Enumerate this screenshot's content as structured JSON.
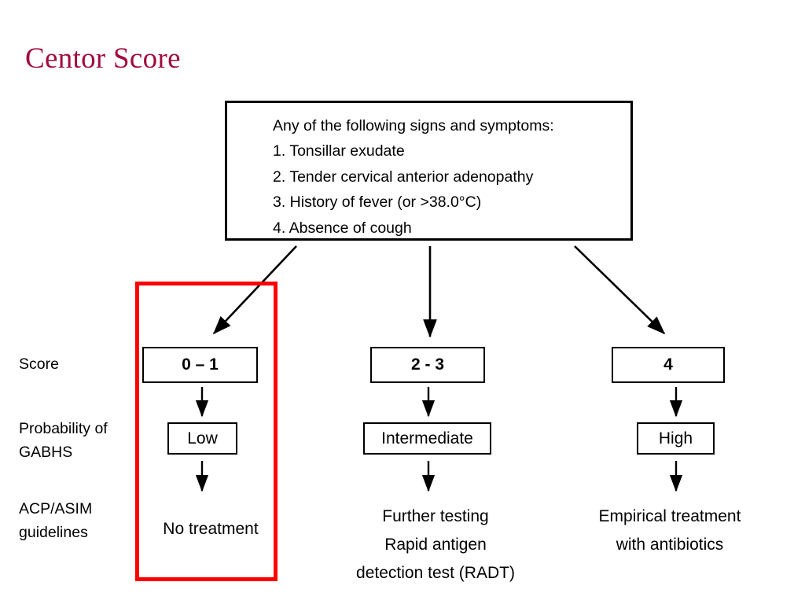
{
  "slide": {
    "title": "Centor Score",
    "title_color": "#A10B40",
    "background_color": "#FFFFFF"
  },
  "criteria_box": {
    "heading": "Any of the following signs and symptoms:",
    "items": [
      "1. Tonsillar exudate",
      "2. Tender cervical anterior adenopathy",
      "3. History of fever (or >38.0°C)",
      "4. Absence of cough"
    ]
  },
  "row_labels": {
    "score": "Score",
    "probability_line1": "Probability of",
    "probability_line2": "GABHS",
    "guidelines_line1": "ACP/ASIM",
    "guidelines_line2": "guidelines"
  },
  "highlight": {
    "color": "#FF0000",
    "target_column": "0 – 1"
  },
  "columns": [
    {
      "score": "0 – 1",
      "probability": "Low",
      "guideline_lines": [
        "No treatment"
      ],
      "highlighted": "true"
    },
    {
      "score": "2 - 3",
      "probability": "Intermediate",
      "guideline_lines": [
        "Further testing",
        "Rapid antigen",
        "detection test (RADT)"
      ],
      "highlighted": "false"
    },
    {
      "score": "4",
      "probability": "High",
      "guideline_lines": [
        "Empirical treatment",
        "with antibiotics"
      ],
      "highlighted": "false"
    }
  ]
}
